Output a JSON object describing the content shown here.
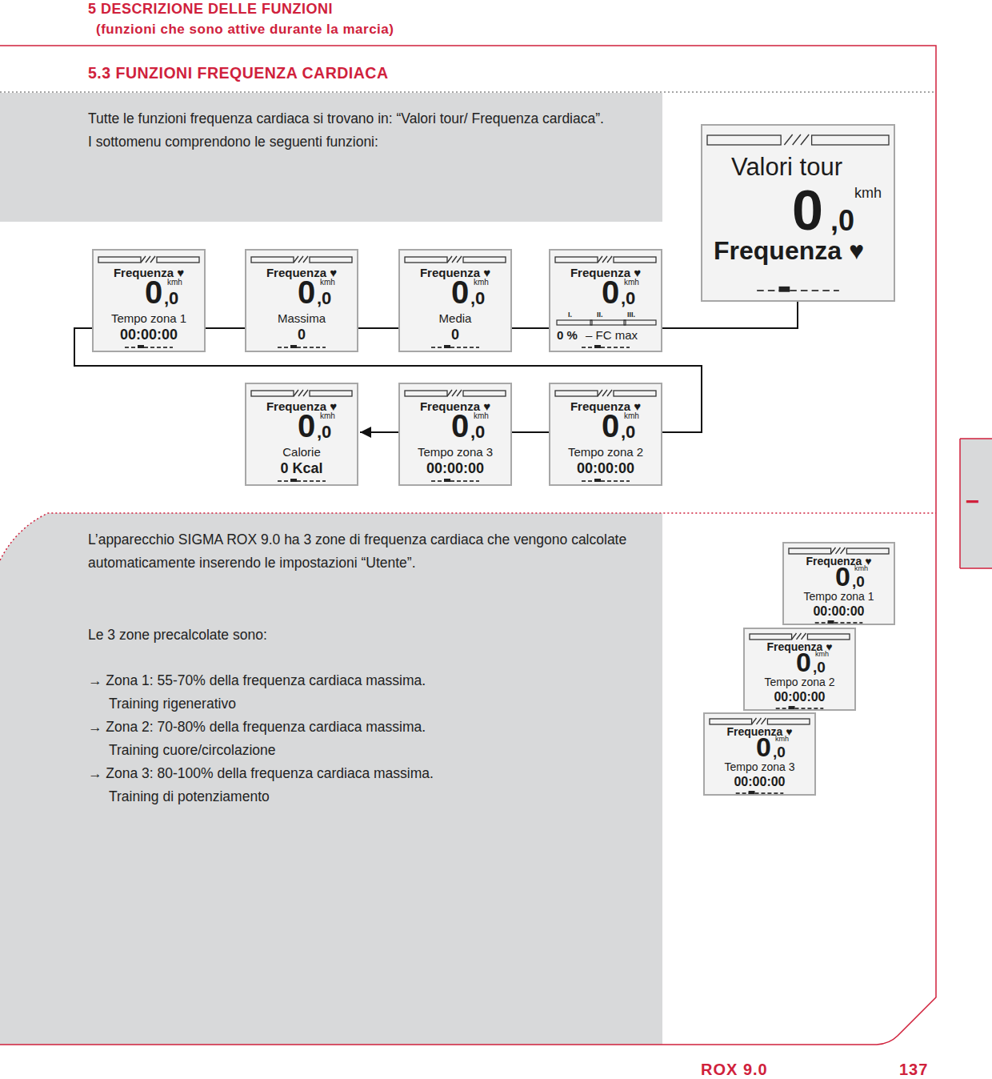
{
  "diagram": {
    "title": "5.3 FUNZIONI FREQUENZA CARDIACA",
    "nodes": [
      {
        "text": [
          "Valori tour",
          "0",
          ",0",
          "kmh",
          "Frequenza ♥"
        ]
      },
      {
        "text": [
          "Frequenza ♥",
          "0",
          ",0",
          "kmh",
          "Tempo zona 1",
          "00:00:00"
        ]
      },
      {
        "text": [
          "Frequenza ♥",
          "0",
          ",0",
          "kmh",
          "Massima",
          "0"
        ]
      },
      {
        "text": [
          "Frequenza ♥",
          "0",
          ",0",
          "kmh",
          "Media",
          "0"
        ]
      },
      {
        "text": [
          "Frequenza ♥",
          "0",
          ",0",
          "kmh",
          "I.",
          "II.",
          "III.",
          "0 %",
          "– FC max"
        ]
      },
      {
        "text": [
          "Frequenza ♥",
          "0",
          ",0",
          "kmh",
          "Calorie",
          "0 Kcal"
        ]
      },
      {
        "text": [
          "Frequenza ♥",
          "0",
          ",0",
          "kmh",
          "Tempo zona 3",
          "00:00:00"
        ]
      },
      {
        "text": [
          "Frequenza ♥",
          "0",
          ",0",
          "kmh",
          "Tempo zona 2",
          "00:00:00"
        ]
      },
      {
        "text": [
          "Frequenza ♥",
          "0",
          ",0",
          "kmh",
          "Tempo zona 1",
          "00:00:00"
        ]
      },
      {
        "text": [
          "Frequenza ♥",
          "0",
          ",0",
          "kmh",
          "Tempo zona 2",
          "00:00:00"
        ]
      },
      {
        "text": [
          "Frequenza ♥",
          "0",
          ",0",
          "kmh",
          "Tempo zona 3",
          "00:00:00"
        ]
      }
    ],
    "edges": [
      {
        "from": 0,
        "to": 4,
        "arrow": "none"
      },
      {
        "from": 1,
        "to": 2,
        "arrow": "none"
      },
      {
        "from": 2,
        "to": 3,
        "arrow": "none"
      },
      {
        "from": 3,
        "to": 4,
        "arrow": "none"
      },
      {
        "from": 1,
        "to": 7,
        "arrow": "none"
      },
      {
        "from": 7,
        "to": 6,
        "arrow": "none"
      },
      {
        "from": 6,
        "to": 5,
        "arrow": "to"
      }
    ],
    "labels": [
      "5 DESCRIZIONE DELLE FUNZIONI",
      "(funzioni che sono attive durante la marcia)",
      "Tutte le funzioni frequenza cardiaca si trovano in: “Valori tour/ Frequenza cardiaca”. I sottomenu comprendono le seguenti funzioni:",
      "L’apparecchio SIGMA ROX 9.0 ha 3 zone di frequenza cardiaca che vengono calcolate automaticamente inserendo le impostazioni “Utente”.",
      "Le 3 zone precalcolate sono:",
      "→ Zona 1: 55-70% della frequenza cardiaca massima.",
      "Training rigenerativo",
      "→ Zona 2: 70-80% della frequenza cardiaca massima.",
      "Training cuore/circolazione",
      "→ Zona 3: 80-100% della frequenza cardiaca massima.",
      "Training di potenziamento",
      "I",
      "ROX 9.0",
      "137"
    ]
  }
}
